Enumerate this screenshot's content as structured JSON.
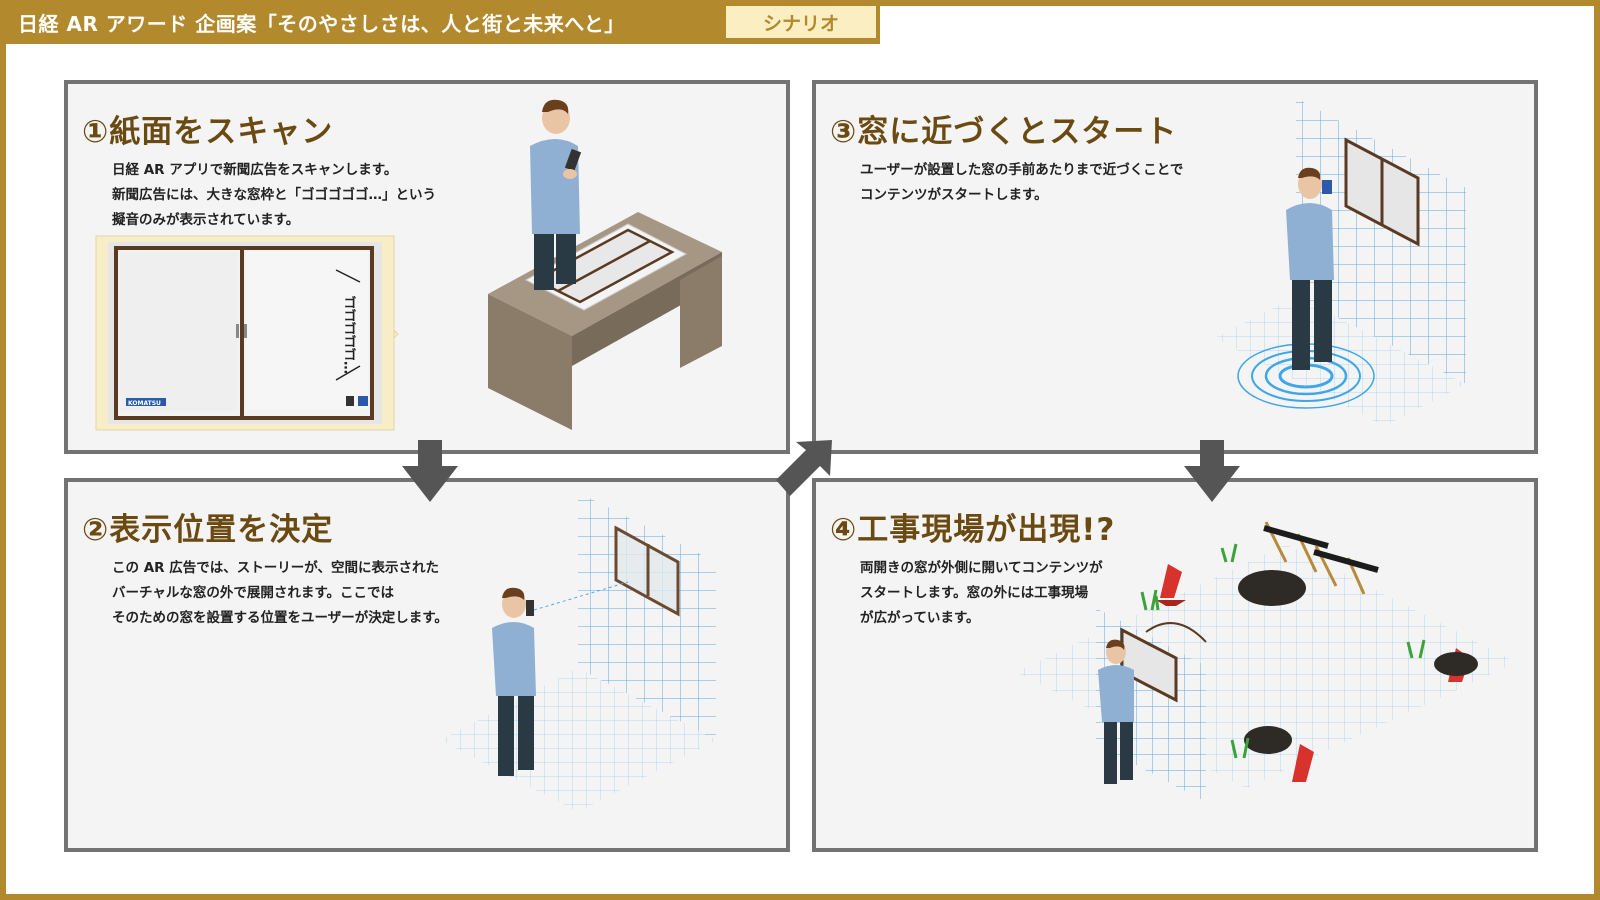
{
  "header": {
    "title": "日経 AR アワード 企画案「そのやさしさは、人と街と未来へと」",
    "badge": "シナリオ"
  },
  "panels": [
    {
      "title": "①紙面をスキャン",
      "lines": [
        "日経 AR アプリで新聞広告をスキャンします。",
        "新聞広告には、大きな窓枠と「ゴゴゴゴゴ…」という",
        "擬音のみが表示されています。"
      ],
      "ad_onomatopoeia": "ゴゴゴゴゴ…",
      "ad_logo": "KOMATSU"
    },
    {
      "title": "②表示位置を決定",
      "lines": [
        "この AR 広告では、ストーリーが、空間に表示された",
        "バーチャルな窓の外で展開されます。ここでは",
        "そのための窓を設置する位置をユーザーが決定します。"
      ]
    },
    {
      "title": "③窓に近づくとスタート",
      "lines": [
        "ユーザーが設置した窓の手前あたりまで近づくことで",
        "コンテンツがスタートします。"
      ]
    },
    {
      "title": "④工事現場が出現!?",
      "lines": [
        "両開きの窓が外側に開いてコンテンツが",
        "スタートします。窓の外には工事現場",
        "が広がっています。"
      ]
    }
  ],
  "colors": {
    "gold": "#b28a2d",
    "badge_bg": "#fbeec2",
    "title_brown": "#6b4a12",
    "panel_border": "#737373",
    "panel_bg": "#f4f4f4",
    "grid_blue": "#5aa9e6",
    "person_shirt": "#8fb0d3",
    "person_pants": "#2a3a44",
    "frame_brown": "#5a3a22",
    "cone": "#d8322c"
  }
}
